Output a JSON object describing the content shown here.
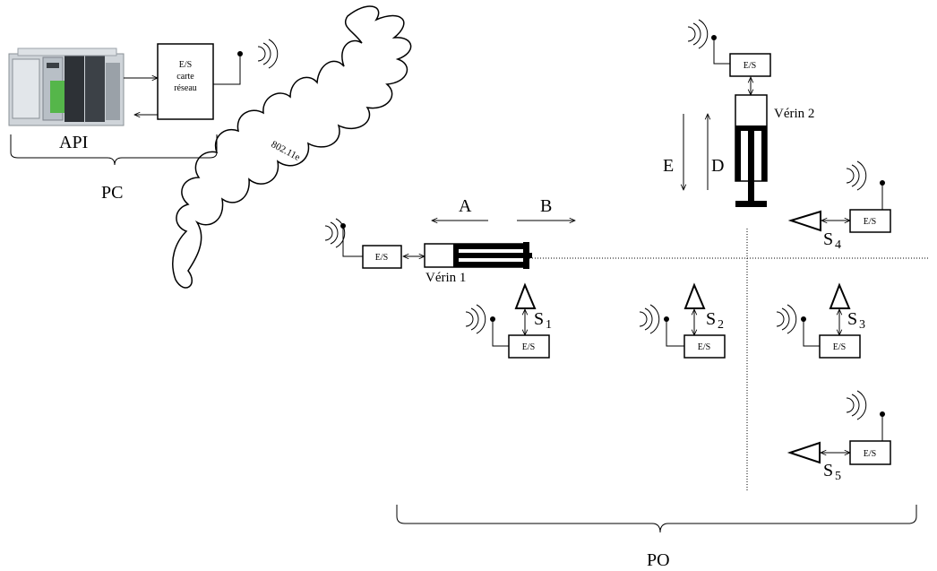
{
  "io_label": "E/S",
  "network_card": {
    "line1": "E/S",
    "line2": "carte",
    "line3": "réseau"
  },
  "labels": {
    "api": "API",
    "pc": "PC",
    "po": "PO",
    "network": "802.11e",
    "verin1": "Vérin 1",
    "verin2": "Vérin 2",
    "dir_a": "A",
    "dir_b": "B",
    "dir_e": "E",
    "dir_d": "D"
  },
  "sensors": [
    {
      "letter": "S",
      "index": "1"
    },
    {
      "letter": "S",
      "index": "2"
    },
    {
      "letter": "S",
      "index": "3"
    },
    {
      "letter": "S",
      "index": "4"
    },
    {
      "letter": "S",
      "index": "5"
    }
  ]
}
